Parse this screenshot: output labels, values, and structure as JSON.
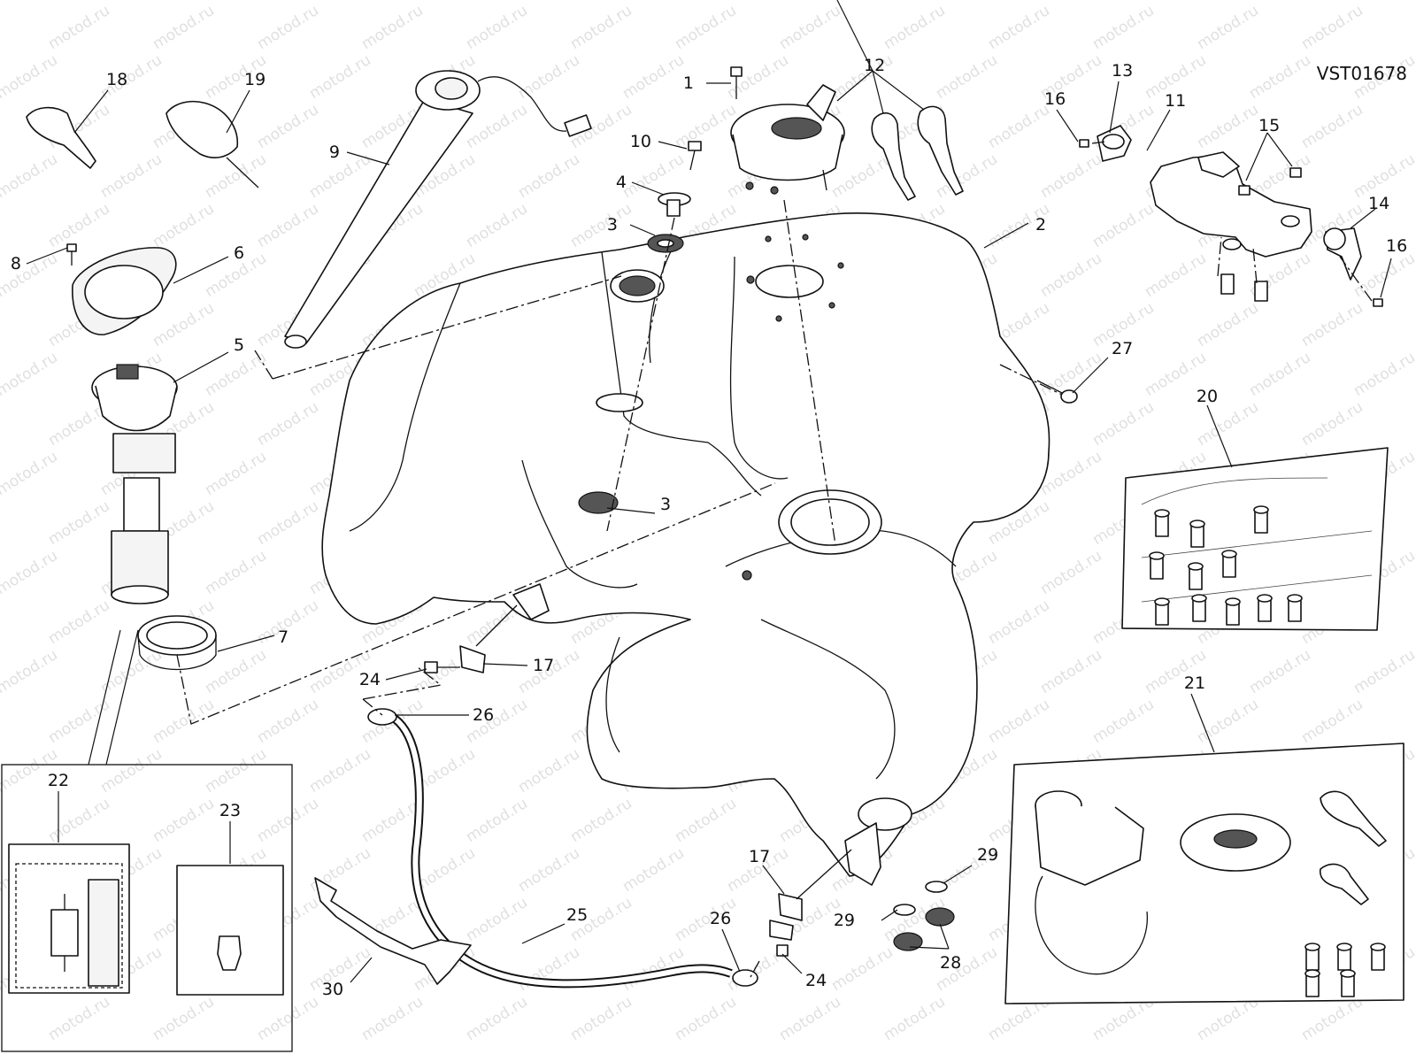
{
  "diagram": {
    "code": "VST01678",
    "watermark": "motod.ru",
    "callouts": [
      "1",
      "2",
      "3",
      "3",
      "4",
      "5",
      "6",
      "7",
      "8",
      "9",
      "10",
      "11",
      "12",
      "13",
      "14",
      "15",
      "16",
      "16",
      "17",
      "17",
      "18",
      "19",
      "20",
      "21",
      "22",
      "23",
      "24",
      "24",
      "25",
      "26",
      "26",
      "27",
      "28",
      "29",
      "29",
      "30"
    ]
  }
}
